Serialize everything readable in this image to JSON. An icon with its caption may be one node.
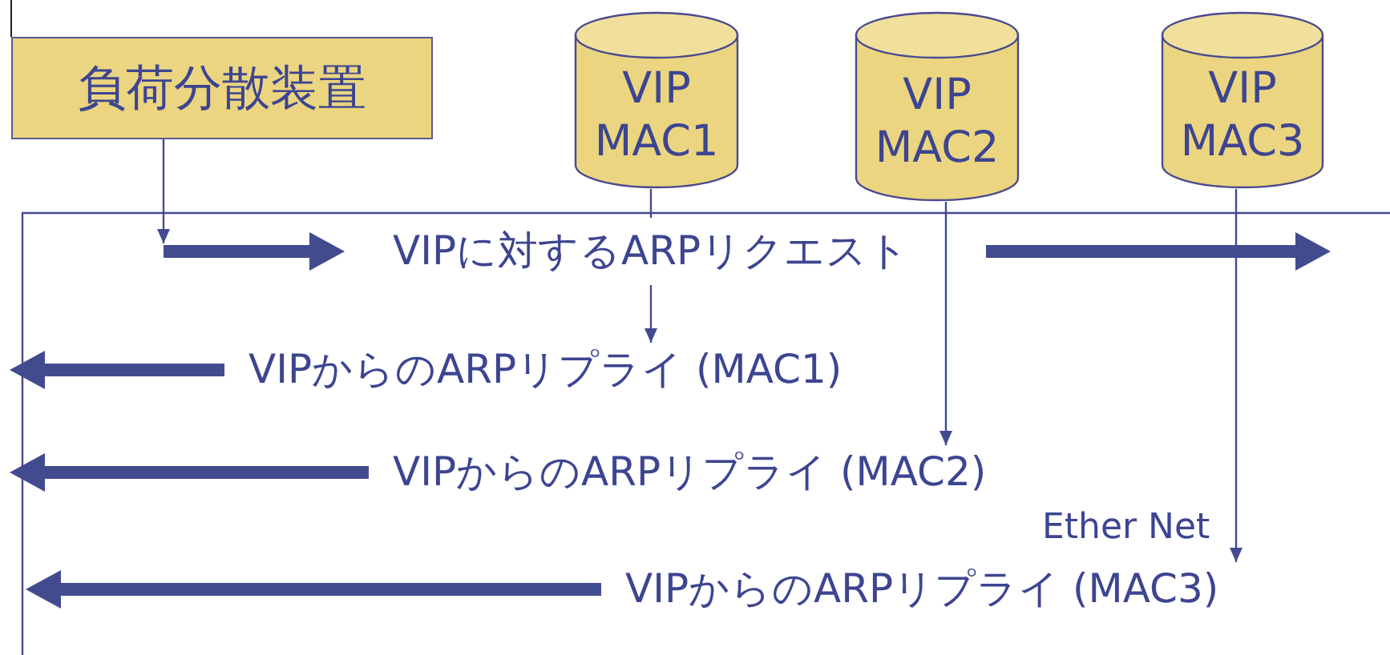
{
  "diagram": {
    "nodes": [
      {
        "text": [
          "負荷分散装置"
        ]
      },
      {
        "text": [
          "VIP MAC1"
        ]
      },
      {
        "text": [
          "VIP MAC2"
        ]
      },
      {
        "text": [
          "VIP MAC3"
        ]
      },
      {
        "text": [
          "VIPからのARPリプライ (MAC1)"
        ]
      },
      {
        "text": [
          "VIPからのARPリプライ (MAC2)"
        ]
      },
      {
        "text": [
          "VIPからのARPリプライ (MAC3)"
        ]
      }
    ],
    "edges": [
      {
        "from": 0,
        "to": null,
        "arrow": "to"
      },
      {
        "from": 1,
        "to": 4,
        "arrow": "to"
      },
      {
        "from": 2,
        "to": 5,
        "arrow": "to"
      },
      {
        "from": 3,
        "to": 6,
        "arrow": "to"
      }
    ],
    "labels": [
      "VIPに対するARPリクエスト",
      "Ether Net"
    ]
  }
}
